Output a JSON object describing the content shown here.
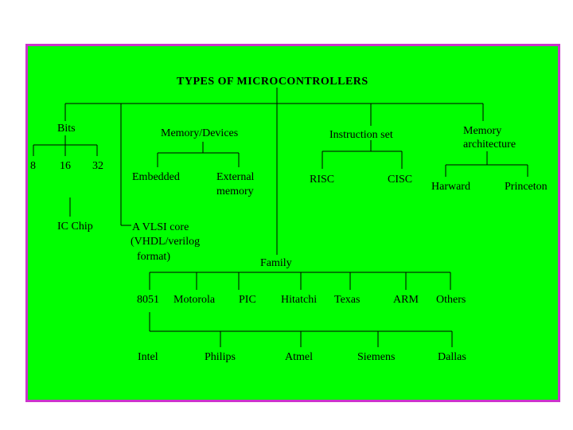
{
  "title": "TYPES OF MICROCONTROLLERS",
  "nodes": {
    "bits": "Bits",
    "bits_8": "8",
    "bits_16": "16",
    "bits_32": "32",
    "ic_chip": "IC Chip",
    "memory_devices": "Memory/Devices",
    "embedded": "Embedded",
    "external_memory_1": "External",
    "external_memory_2": "memory",
    "vlsi_1": "A VLSI core",
    "vlsi_2": "(VHDL/verilog",
    "vlsi_3": "format)",
    "instruction_set": "Instruction set",
    "risc": "RISC",
    "cisc": "CISC",
    "memory_arch_1": "Memory",
    "memory_arch_2": "architecture",
    "harward": "Harward",
    "princeton": "Princeton",
    "family": "Family",
    "f_8051": "8051",
    "motorola": "Motorola",
    "pic": "PIC",
    "hitatchi": "Hitatchi",
    "texas": "Texas",
    "arm": "ARM",
    "others": "Others",
    "intel": "Intel",
    "philips": "Philips",
    "atmel": "Atmel",
    "siemens": "Siemens",
    "dallas": "Dallas"
  },
  "colors": {
    "background": "#00ff00",
    "border": "#cc33cc",
    "line": "#000000"
  }
}
